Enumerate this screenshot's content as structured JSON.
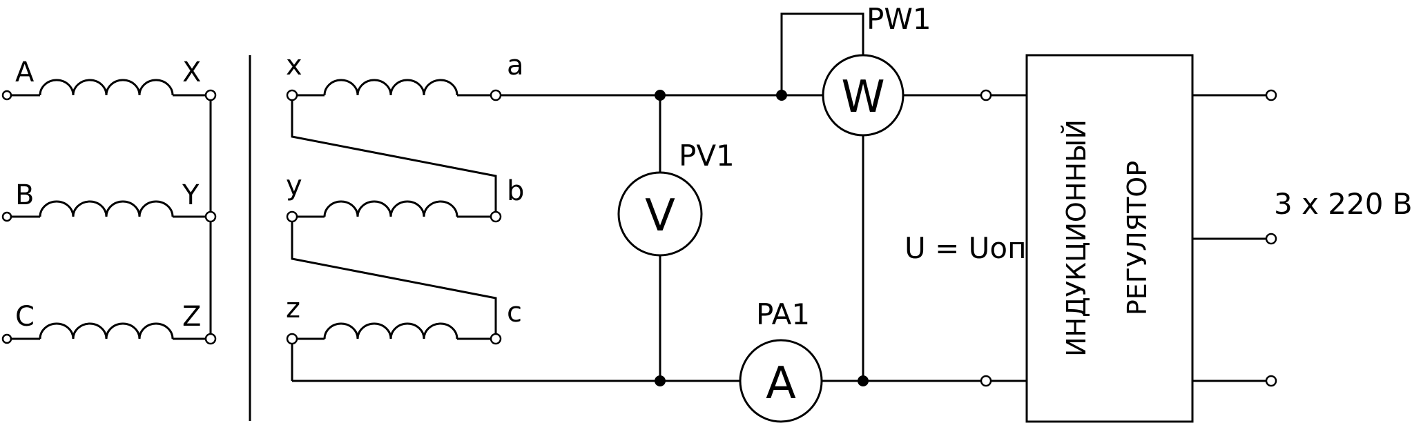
{
  "primary": {
    "start_labels": [
      "A",
      "B",
      "C"
    ],
    "end_labels": [
      "X",
      "Y",
      "Z"
    ]
  },
  "secondary": {
    "start_labels": [
      "x",
      "y",
      "z"
    ],
    "end_labels": [
      "a",
      "b",
      "c"
    ]
  },
  "meters": {
    "voltmeter": {
      "tag": "PV1",
      "symbol": "V"
    },
    "ammeter": {
      "tag": "PA1",
      "symbol": "A"
    },
    "wattmeter": {
      "tag": "PW1",
      "symbol": "W"
    }
  },
  "voltage_label": "U = Uоп",
  "regulator": {
    "line1": "ИНДУКЦИОННЫЙ",
    "line2": "РЕГУЛЯТОР"
  },
  "supply_label": "3 х 220 В"
}
